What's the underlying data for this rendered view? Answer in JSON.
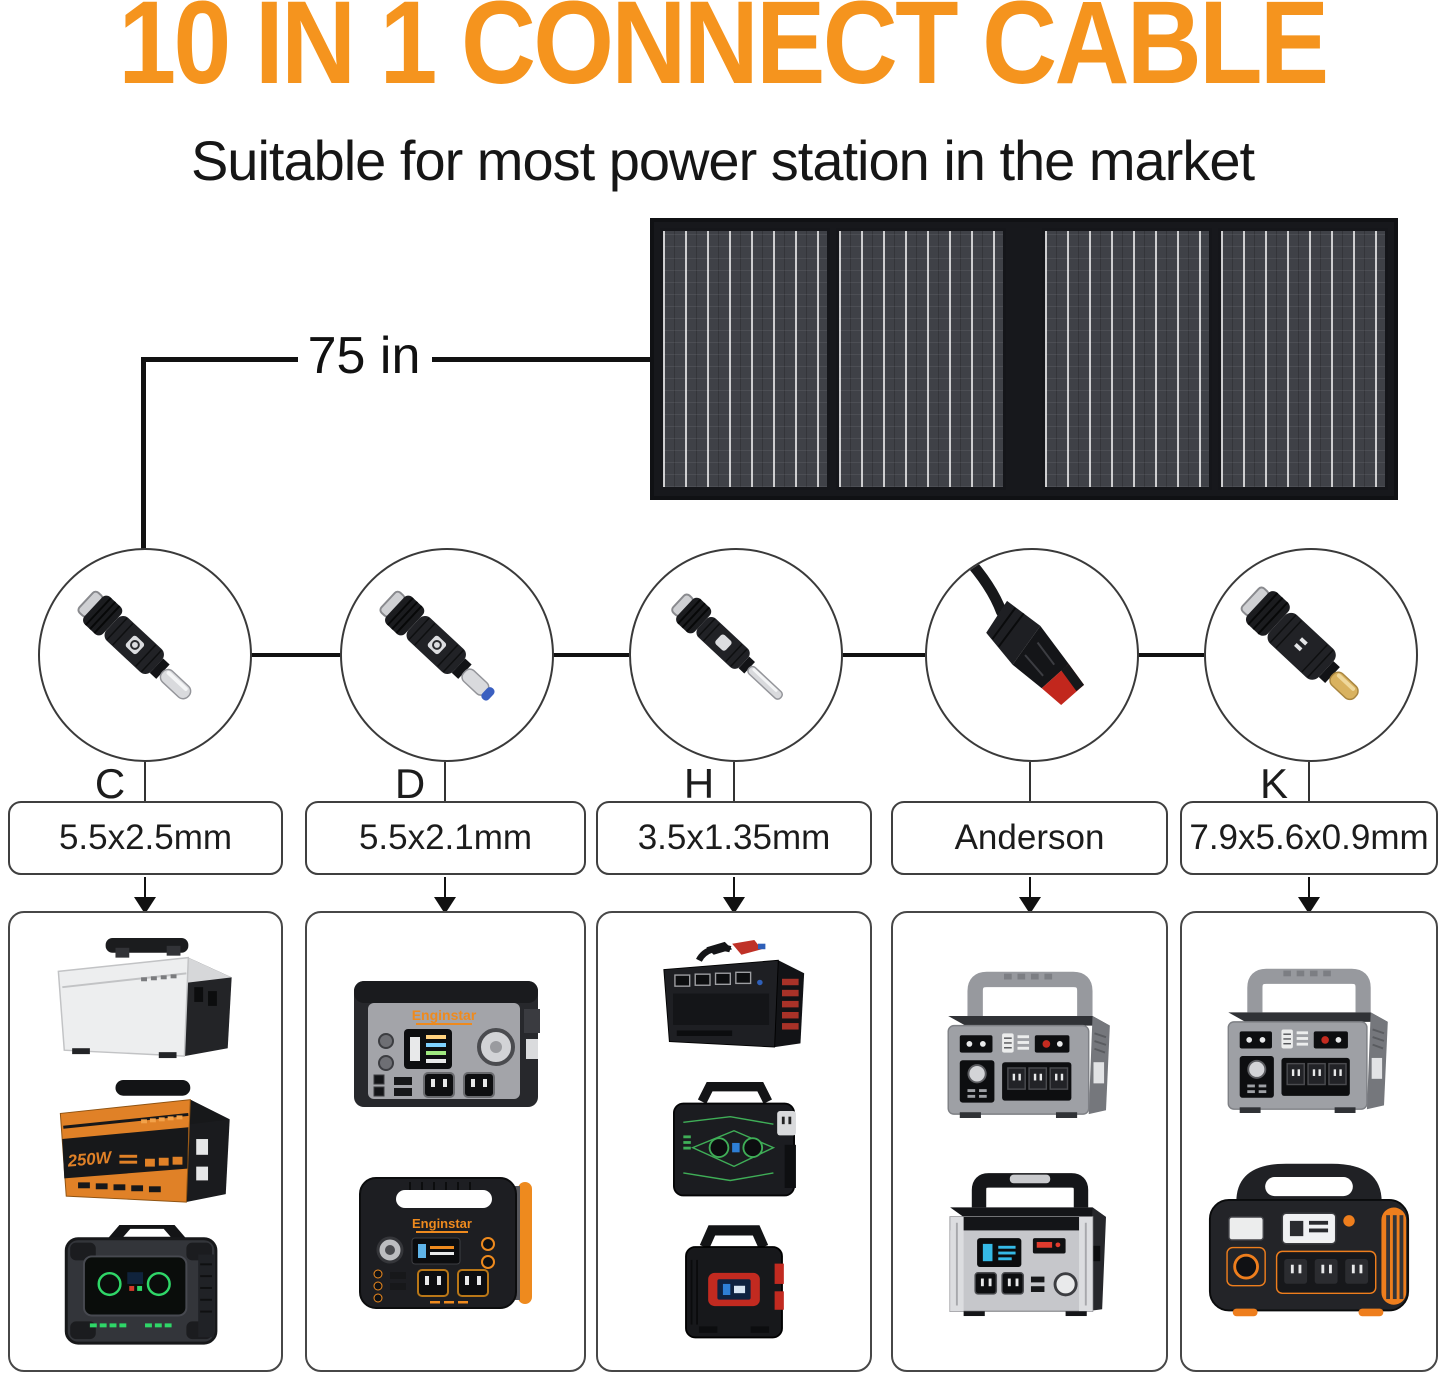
{
  "page": {
    "title": "10 IN 1 CONNECT CABLE",
    "subtitle": "Suitable for most power station in the market"
  },
  "colors": {
    "accent_orange": "#F5941E",
    "text_black": "#161616",
    "line_black": "#111111",
    "box_border_gray": "#3F3F3F",
    "anderson_red": "#C2271D",
    "tip_blue": "#3A5FC0",
    "tip_gold": "#D9B25F"
  },
  "measurement": {
    "cable_length": "75 in"
  },
  "solar_panel": {
    "name": "foldable-solar-panel",
    "folds": 4
  },
  "connectors": [
    {
      "letter": "C",
      "size_label": "5.5x2.5mm",
      "name": "dc-barrel-plug-silver-tip"
    },
    {
      "letter": "D",
      "size_label": "5.5x2.1mm",
      "name": "dc-barrel-plug-blue-tip"
    },
    {
      "letter": "H",
      "size_label": "3.5x1.35mm",
      "name": "dc-barrel-plug-slim-tip"
    },
    {
      "letter": "",
      "size_label": "Anderson",
      "name": "anderson-power-connector"
    },
    {
      "letter": "K",
      "size_label": "7.9x5.6x0.9mm",
      "name": "dc-barrel-plug-gold-tip"
    }
  ],
  "brands": {
    "enginstar": "Enginstar",
    "watts_250": "250W"
  },
  "columns": [
    {
      "connector": "C",
      "products": [
        "silver power station",
        "orange 250W power station",
        "rugged black power station with green display"
      ]
    },
    {
      "connector": "D",
      "products": [
        "Enginstar gray cube power station",
        "Enginstar black-orange power station"
      ]
    },
    {
      "connector": "H",
      "products": [
        "black-red jump starter power station",
        "black power station with green accents",
        "mini black power station with red screen"
      ]
    },
    {
      "connector": "Anderson",
      "products": [
        "gray handle power station",
        "black-silver power station"
      ]
    },
    {
      "connector": "K",
      "products": [
        "gray handle power station",
        "black-orange power station"
      ]
    }
  ]
}
